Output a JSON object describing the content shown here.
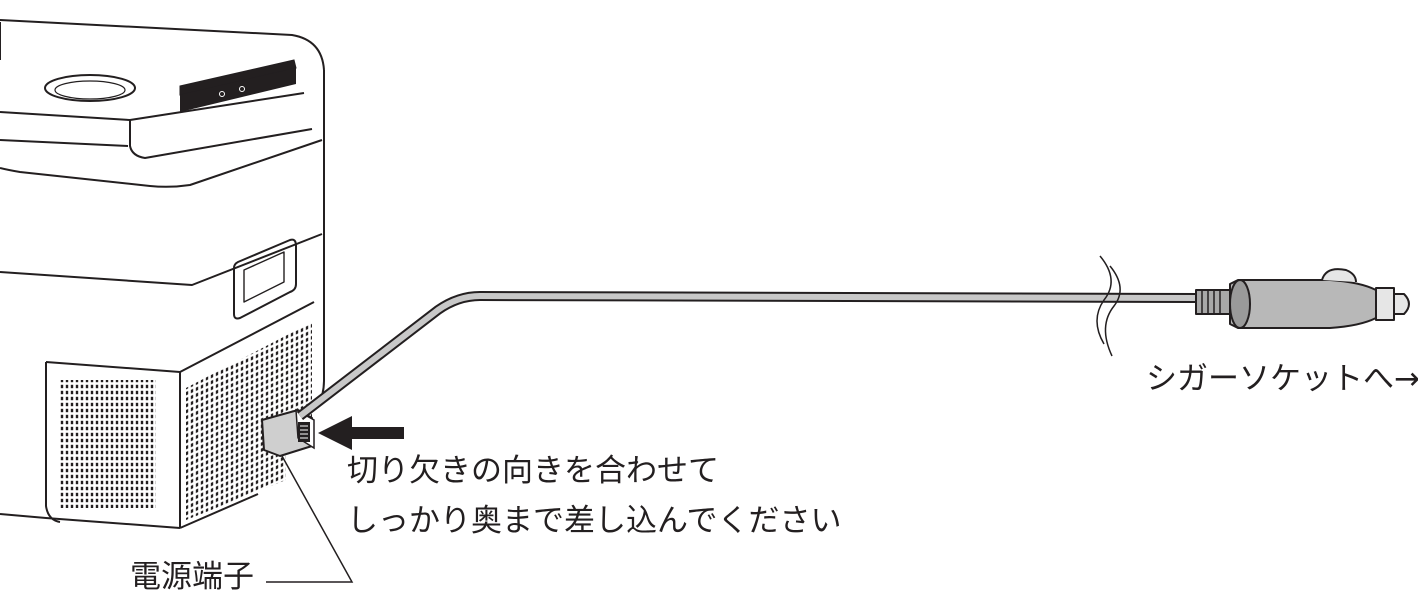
{
  "labels": {
    "socket": "シガーソケットへ→",
    "instruction_line1": "切り欠きの向きを合わせて",
    "instruction_line2": "しっかり奥まで差し込んでください",
    "power_port": "電源端子"
  },
  "colors": {
    "line": "#231f20",
    "vent_dot": "#231f20",
    "panel": "#231f20",
    "plug_body": "#b8b8b8",
    "plug_tip": "#e6e6e6",
    "cable": "#c8c8c8"
  },
  "icons": {
    "arrow": "left-arrow-icon"
  }
}
